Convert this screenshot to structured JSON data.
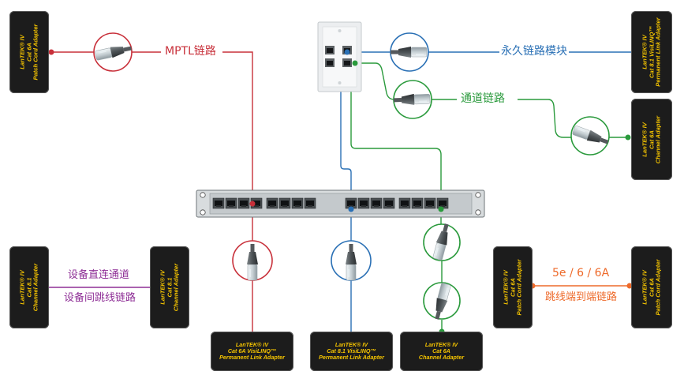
{
  "labels": {
    "mptl": "MPTL链路",
    "permanent_link_module": "永久链路模块",
    "channel_link": "通道链路",
    "device_direct_channel": "设备直连通道",
    "device_patch_link": "设备间跳线链路",
    "cat_versions": "5e / 6 / 6A",
    "end_to_end_patch_link": "跳线端到端链路"
  },
  "adapters": {
    "top_left": [
      "LanTEK® IV",
      "Cat 6A",
      "Patch Cord Adapter"
    ],
    "top_right": [
      "LanTEK® IV",
      "Cat 8.1 VisiLINQ™",
      "Permanent Link Adapter"
    ],
    "mid_right": [
      "LanTEK® IV",
      "Cat 6A",
      "Channel Adapter"
    ],
    "bottom_left_a": [
      "LanTEK® IV",
      "Cat 8.1",
      "Channel Adapter"
    ],
    "bottom_left_b": [
      "LanTEK® IV",
      "Cat 8.1",
      "Channel Adapter"
    ],
    "bottom_right_a": [
      "LanTEK® IV",
      "Cat 6A",
      "Patch Cord Adapter"
    ],
    "bottom_right_b": [
      "LanTEK® IV",
      "Cat 6A",
      "Patch Cord Adapter"
    ],
    "bottom_1": [
      "LanTEK® IV",
      "Cat 6A VisiLINQ™",
      "Permanent Link Adapter"
    ],
    "bottom_2": [
      "LanTEK® IV",
      "Cat 8.1 VisiLINQ™",
      "Permanent Link Adapter"
    ],
    "bottom_3": [
      "LanTEK® IV",
      "Cat 6A",
      "Channel Adapter"
    ]
  },
  "colors": {
    "mptl": "#c8303a",
    "permanent": "#2a70b5",
    "channel": "#2a9a3c",
    "direct": "#8e2e96",
    "patch": "#ee6a2a",
    "adapter_body": "#1c1c1c",
    "adapter_text": "#f5c400"
  },
  "icons": [
    "rj45-plug-icon",
    "wall-outlet-icon",
    "patch-panel-icon"
  ]
}
